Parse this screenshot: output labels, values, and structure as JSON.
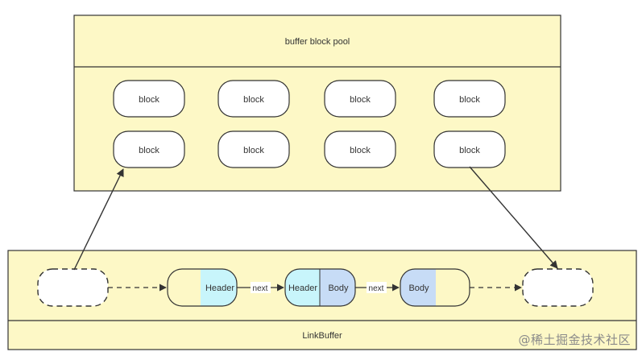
{
  "pool": {
    "title": "buffer block pool",
    "blocks": [
      "block",
      "block",
      "block",
      "block",
      "block",
      "block",
      "block",
      "block"
    ]
  },
  "link_buffer": {
    "title": "LinkBuffer",
    "nodes": {
      "first": {
        "header": "Header"
      },
      "second": {
        "header": "Header",
        "body": "Body"
      },
      "third": {
        "body": "Body"
      }
    },
    "next_labels": [
      "next",
      "next"
    ]
  },
  "watermark": "@稀土掘金技术社区",
  "colors": {
    "panel_fill": "#fdf8c6",
    "stroke": "#333333",
    "header_fill": "#c8f5fb",
    "body_fill": "#c7dcf6",
    "block_fill": "#ffffff"
  }
}
